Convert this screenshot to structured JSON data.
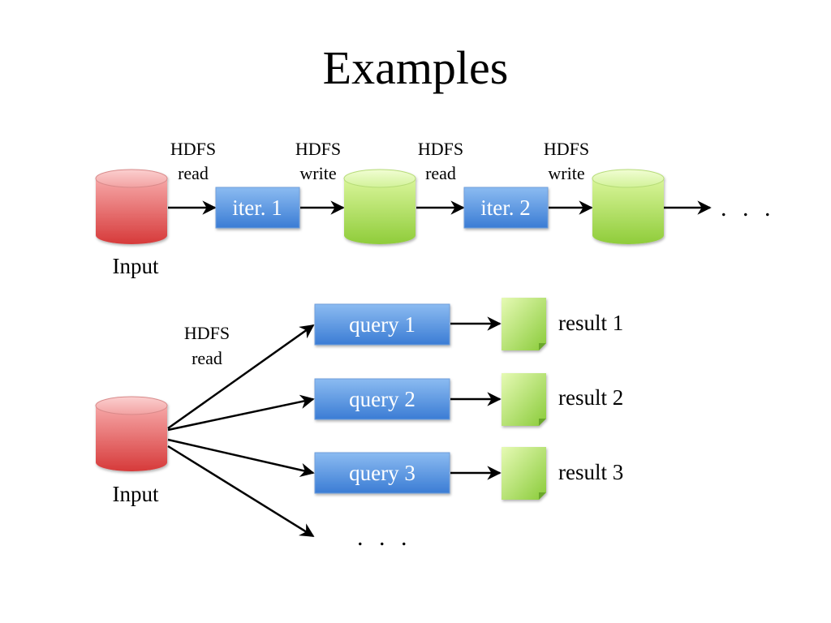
{
  "title": "Examples",
  "iterative": {
    "input_label": "Input",
    "steps": [
      {
        "line1": "HDFS",
        "line2": "read"
      },
      {
        "line1": "HDFS",
        "line2": "write"
      },
      {
        "line1": "HDFS",
        "line2": "read"
      },
      {
        "line1": "HDFS",
        "line2": "write"
      }
    ],
    "iterations": [
      "iter. 1",
      "iter. 2"
    ],
    "continuation": ". . ."
  },
  "interactive": {
    "input_label": "Input",
    "read_label": {
      "line1": "HDFS",
      "line2": "read"
    },
    "queries": [
      "query 1",
      "query 2",
      "query 3"
    ],
    "results": [
      "result 1",
      "result 2",
      "result 3"
    ],
    "continuation": ". . ."
  },
  "colors": {
    "input_top": "#f6a7a7",
    "input_bottom": "#d63a3a",
    "storage_top": "#e3f9b0",
    "storage_bottom": "#8fcc3a",
    "box_top": "#82b4ef",
    "box_bottom": "#3d7fd6",
    "arrow": "#000000"
  }
}
